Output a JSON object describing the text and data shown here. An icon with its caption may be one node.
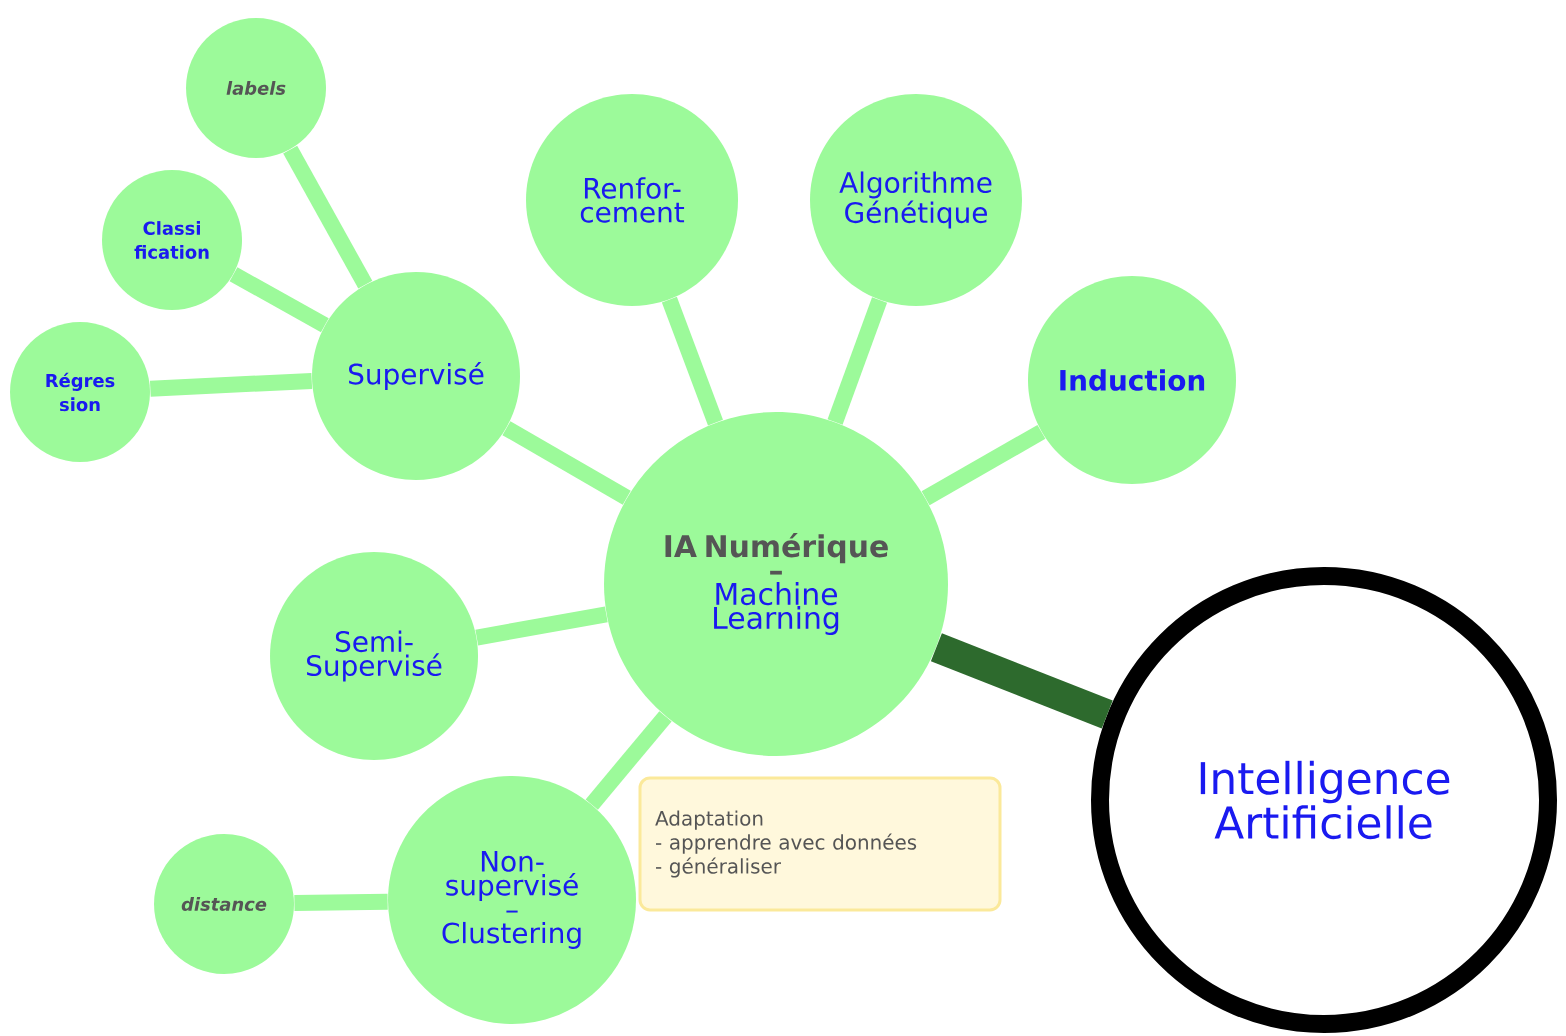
{
  "diagram": {
    "nodes": [
      {
        "text": [
          "Intelligence Artificielle"
        ]
      },
      {
        "text": [
          "IA Numérique",
          "–",
          "Machine Learning"
        ]
      },
      {
        "text": [
          "Supervisé"
        ]
      },
      {
        "text": [
          "labels"
        ]
      },
      {
        "text": [
          "Classi fication"
        ]
      },
      {
        "text": [
          "Régres sion"
        ]
      },
      {
        "text": [
          "Renfor- cement"
        ]
      },
      {
        "text": [
          "Algorithme Génétique"
        ]
      },
      {
        "text": [
          "Induction"
        ]
      },
      {
        "text": [
          "Semi- Supervisé"
        ]
      },
      {
        "text": [
          "Non- supervisé",
          "–",
          "Clustering"
        ]
      },
      {
        "text": [
          "distance"
        ]
      },
      {
        "text": [
          "Adaptation",
          "- apprendre avec données",
          "- généraliser"
        ]
      }
    ],
    "edges": [
      {
        "from": 1,
        "to": 0,
        "arrow": "none",
        "style": "thick",
        "color": "#2d6a2d"
      },
      {
        "from": 1,
        "to": 2,
        "arrow": "none"
      },
      {
        "from": 2,
        "to": 3,
        "arrow": "none"
      },
      {
        "from": 2,
        "to": 4,
        "arrow": "none"
      },
      {
        "from": 2,
        "to": 5,
        "arrow": "none"
      },
      {
        "from": 1,
        "to": 6,
        "arrow": "none"
      },
      {
        "from": 1,
        "to": 7,
        "arrow": "none"
      },
      {
        "from": 1,
        "to": 8,
        "arrow": "none"
      },
      {
        "from": 1,
        "to": 9,
        "arrow": "none"
      },
      {
        "from": 1,
        "to": 10,
        "arrow": "none"
      },
      {
        "from": 10,
        "to": 11,
        "arrow": "none"
      }
    ]
  }
}
